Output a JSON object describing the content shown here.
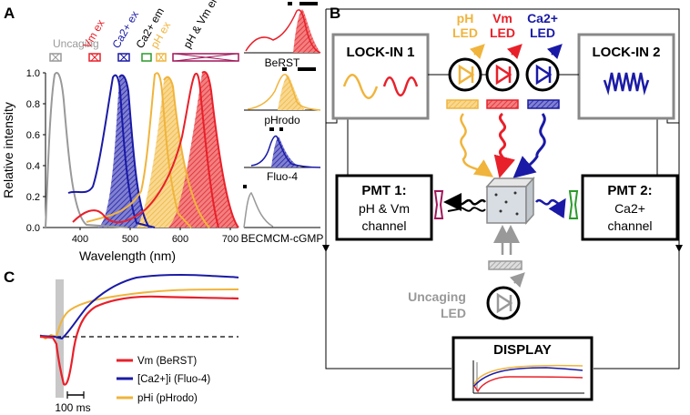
{
  "panels": {
    "a": "A",
    "b": "B",
    "c": "C"
  },
  "panel_a": {
    "y_axis_label": "Relative intensity",
    "x_axis_label": "Wavelength (nm)",
    "x_ticks": [
      "400",
      "500",
      "600",
      "700"
    ],
    "y_ticks": [
      "0.0",
      "0.2",
      "0.4",
      "0.6",
      "0.8",
      "1.0"
    ],
    "labels": {
      "uncaging": "Uncaging",
      "vm_ex": "Vm ex",
      "ca_ex": "Ca2+ ex",
      "ca_em": "Ca2+ em",
      "ph_ex": "pH ex",
      "ph_vm_em": "pH & Vm em"
    },
    "insets": [
      "BeRST",
      "pHrodo",
      "Fluo-4",
      "BECMCM-cGMP"
    ]
  },
  "panel_b": {
    "lockin1": "LOCK-IN 1",
    "lockin2": "LOCK-IN 2",
    "ph_led": [
      "pH",
      "LED"
    ],
    "vm_led": [
      "Vm",
      "LED"
    ],
    "ca_led": [
      "Ca2+",
      "LED"
    ],
    "pmt1": {
      "title": "PMT 1:",
      "line1": "pH & Vm",
      "line2": "channel"
    },
    "pmt2": {
      "title": "PMT 2:",
      "line1": "Ca2+",
      "line2": "channel"
    },
    "uncaging_led": [
      "Uncaging",
      "LED"
    ],
    "display": "DISPLAY"
  },
  "panel_c": {
    "scale_bar": "100 ms",
    "legend": [
      {
        "label": "Vm (BeRST)",
        "color": "#e8202a"
      },
      {
        "label": "[Ca2+]i (Fluo-4)",
        "color": "#1a1aa6"
      },
      {
        "label": "pHi (pHrodo)",
        "color": "#f0b43c"
      }
    ]
  },
  "colors": {
    "red": "#e8202a",
    "blue": "#1a1aa6",
    "orange": "#f0b43c",
    "green": "#2a9a2a",
    "purple": "#a0165a",
    "gray": "#999999"
  }
}
